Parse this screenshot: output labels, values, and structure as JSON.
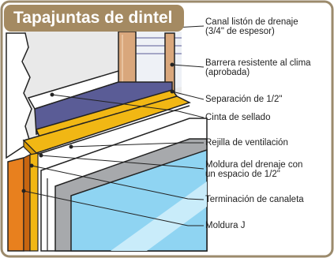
{
  "title": "Tapajuntas de dintel",
  "labels": [
    "Canal listón de drenaje\n(3/4\" de espesor)",
    "Barrera resistente al clima\n(aprobada)",
    "Separación de 1/2\"",
    "Cinta de sellado",
    "Rejilla de ventilación",
    "Moldura del drenaje con\nun espacio de 1/2\"",
    "Terminación de canaleta",
    "Moldura J"
  ],
  "colors": {
    "title_bg": "#a48a62",
    "frame": "#9b8a6c",
    "wood": "#d9a77c",
    "flashing": "#f1b714",
    "tape": "#5a5c96",
    "trim": "#e8801e",
    "glass": "#8fd4f2",
    "window_gray": "#a7a9ac"
  }
}
